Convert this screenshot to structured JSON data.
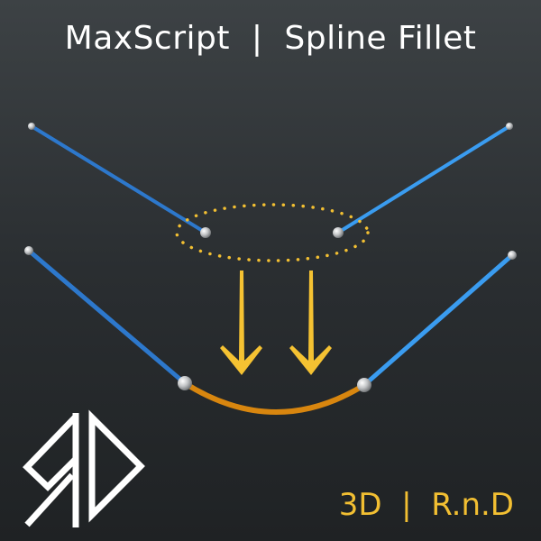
{
  "header": {
    "title": "MaxScript  |  Spline Fillet"
  },
  "footer": {
    "brand": "3D  |  R.n.D"
  },
  "colors": {
    "spline": "#2f86d6",
    "fillet": "#d8860f",
    "accent": "#f2bf32",
    "node": "#c8cacc"
  },
  "logo": {
    "text": "RD"
  }
}
